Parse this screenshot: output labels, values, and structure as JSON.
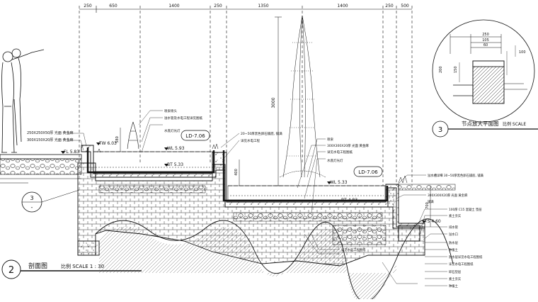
{
  "dimensions_top": [
    "250",
    "650",
    "1400",
    "250",
    "1350",
    "1400",
    "250",
    "500"
  ],
  "detail_dims": {
    "w_total": "250",
    "w_a": "105",
    "w_b": "60",
    "w_c": "100",
    "h_a": "150",
    "h_b": "200"
  },
  "vertical_dims": {
    "jet_height": "3000",
    "left_wall": "580",
    "mid_wall": "400",
    "right_wall": "700"
  },
  "levels": {
    "wl_left": "WL 5.93",
    "bt_left": "BT 5.33",
    "wl_mid": "WL 5.33",
    "bt_right": "BT 4.83",
    "fl_left": "FL 5.83",
    "ts_right": "TS 4.60",
    "tw_left": "TW 6.03"
  },
  "detail_refs": {
    "ld_left": "LD-7.06",
    "ld_right": "LD-7.06"
  },
  "markers": {
    "section_num": "3",
    "section_sheet": "-",
    "detail_num": "3",
    "drawing_num": "2"
  },
  "titles": {
    "section": "剖面图",
    "section_scale": "比例 SCALE 1 : 30",
    "detail": "节点放大平面图",
    "detail_scale": "比例 SCALE"
  },
  "notes_left": [
    "250X250X50厚 光面 黄金麻",
    "300X150X20厚 光面 黄金麻"
  ],
  "notes_top": [
    "喷泉喷头",
    "溢水管及水电工程详见图纸",
    "水底灯光灯"
  ],
  "notes_mid": [
    "20~50厚黑色卵石铺底, 铺满",
    "详见水电工程"
  ],
  "notes_center": [
    "喷泉",
    "300X300X20厚 光面 黄金麻",
    "详见水电工程图纸",
    "水底灯光灯"
  ],
  "notes_right": [
    "溢水槽详细 30~50厚黑色卵石铺底, 铺满",
    "300X300X20厚 光面 黄金麻",
    "铺满",
    "100厚 C15 混凝土 垫层",
    "素土夯实",
    "排水管",
    "溢水口",
    "防水层",
    "种植土",
    "防水层详见水电工程图纸",
    "详见水电工程图纸",
    "碎石垫层",
    "素土夯实",
    "种植土",
    "详见水电工程图纸"
  ]
}
